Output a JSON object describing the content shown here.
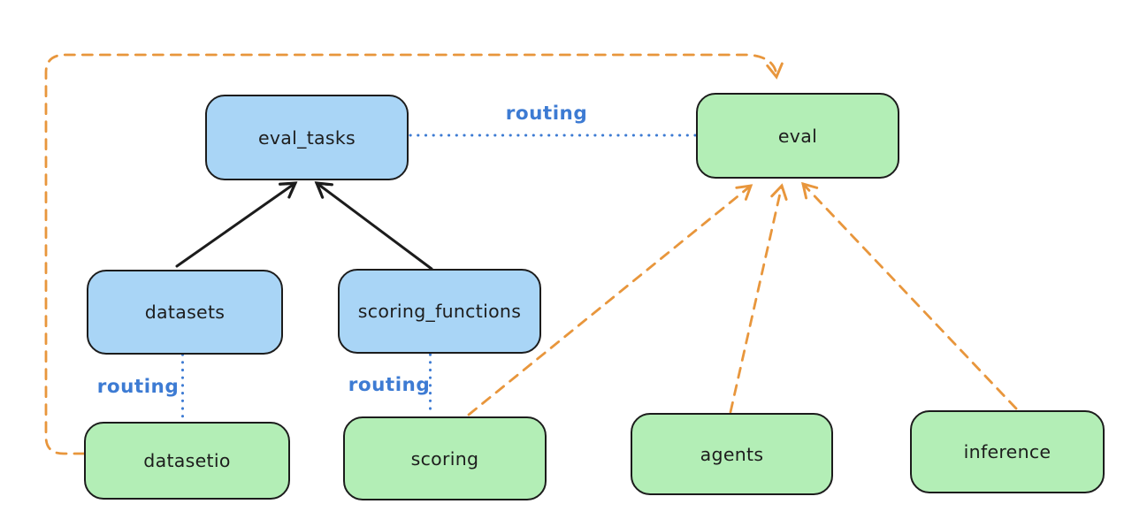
{
  "nodes": {
    "eval_tasks": {
      "label": "eval_tasks",
      "fill": "blue"
    },
    "eval": {
      "label": "eval",
      "fill": "green"
    },
    "datasets": {
      "label": "datasets",
      "fill": "blue"
    },
    "scoring_functions": {
      "label": "scoring_functions",
      "fill": "blue"
    },
    "datasetio": {
      "label": "datasetio",
      "fill": "green"
    },
    "scoring": {
      "label": "scoring",
      "fill": "green"
    },
    "agents": {
      "label": "agents",
      "fill": "green"
    },
    "inference": {
      "label": "inference",
      "fill": "green"
    }
  },
  "edges": [
    {
      "from": "datasets",
      "to": "eval_tasks",
      "style": "solid",
      "color": "black",
      "arrow": true
    },
    {
      "from": "scoring_functions",
      "to": "eval_tasks",
      "style": "solid",
      "color": "black",
      "arrow": true
    },
    {
      "from": "eval_tasks",
      "to": "eval",
      "style": "dotted",
      "color": "blue",
      "arrow": false,
      "label": "routing"
    },
    {
      "from": "datasets",
      "to": "datasetio",
      "style": "dotted",
      "color": "blue",
      "arrow": false,
      "label": "routing"
    },
    {
      "from": "scoring_functions",
      "to": "scoring",
      "style": "dotted",
      "color": "blue",
      "arrow": false,
      "label": "routing"
    },
    {
      "from": "datasetio",
      "to": "eval",
      "style": "dashed",
      "color": "orange",
      "arrow": true
    },
    {
      "from": "scoring",
      "to": "eval",
      "style": "dashed",
      "color": "orange",
      "arrow": true
    },
    {
      "from": "agents",
      "to": "eval",
      "style": "dashed",
      "color": "orange",
      "arrow": true
    },
    {
      "from": "inference",
      "to": "eval",
      "style": "dashed",
      "color": "orange",
      "arrow": true
    }
  ],
  "colors": {
    "blue_fill": "#a9d5f6",
    "green_fill": "#b3eeb6",
    "stroke": "#1c1c1c",
    "orange": "#e8963c",
    "routing_blue": "#3d7bd3",
    "background": "#ffffff"
  }
}
